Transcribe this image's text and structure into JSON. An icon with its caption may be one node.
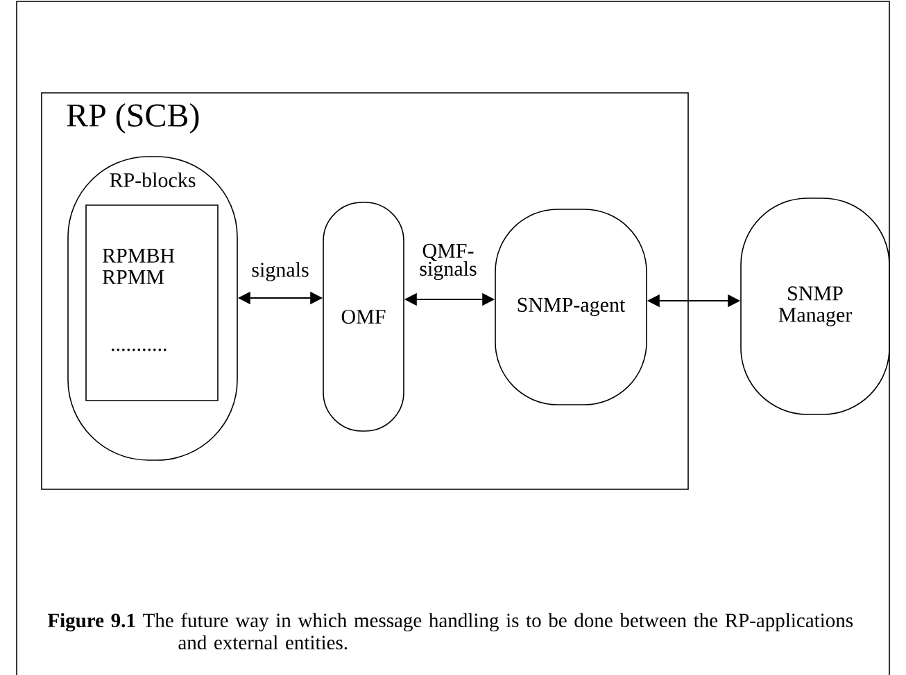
{
  "diagram": {
    "caption": "**Figure 9.1** The future way in which message handling is to be done between the RP-applications and external entities.",
    "nodes": [
      {
        "text": [
          "RP (SCB)"
        ]
      },
      {
        "text": [
          "RP-blocks"
        ],
        "in": 0
      },
      {
        "text": [
          "RPMBH RPMM",
          "..........."
        ],
        "in": 1
      },
      {
        "text": [
          "OMF"
        ],
        "in": 0
      },
      {
        "text": [
          "SNMP-agent"
        ],
        "in": 0
      },
      {
        "text": [
          "SNMP Manager"
        ]
      }
    ],
    "edges": [
      {
        "from": 1,
        "to": 3,
        "arrow": "both",
        "label": "signals"
      },
      {
        "from": 3,
        "to": 4,
        "arrow": "both",
        "label": "QMF-signals"
      },
      {
        "from": 4,
        "to": 5,
        "arrow": "both"
      }
    ]
  }
}
